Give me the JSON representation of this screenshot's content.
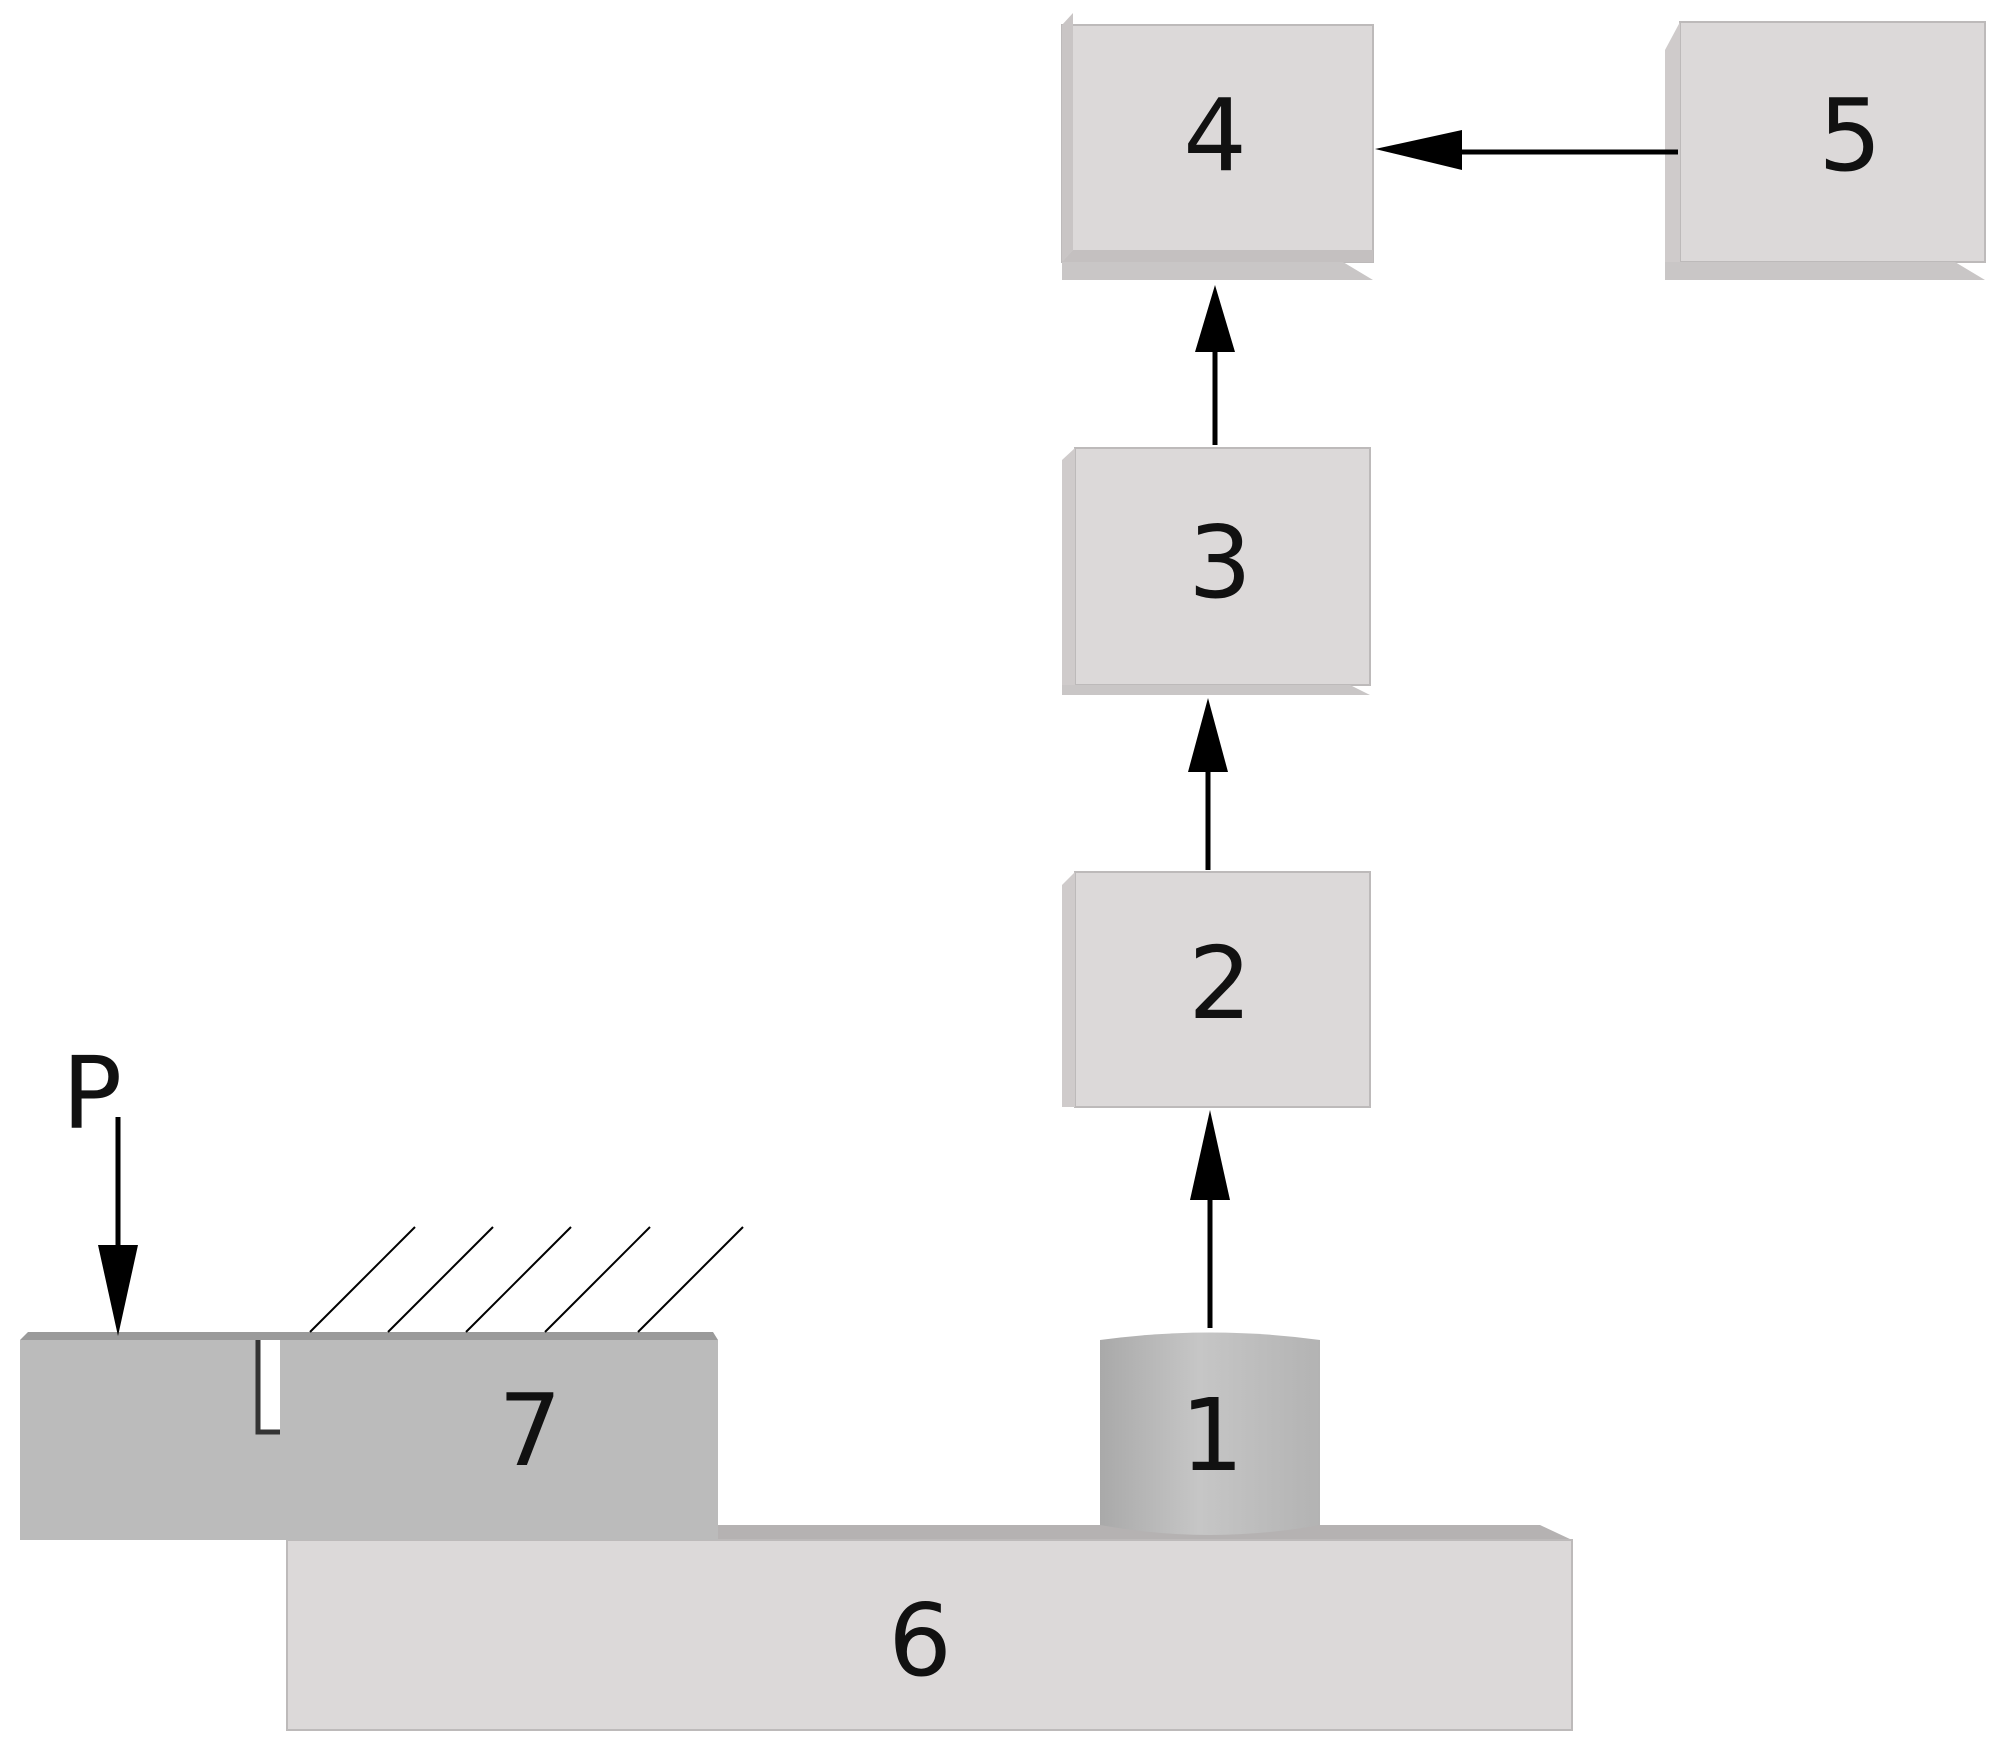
{
  "labels": {
    "block1": "1",
    "block2": "2",
    "block3": "3",
    "block4": "4",
    "block5": "5",
    "block6": "6",
    "block7": "7",
    "load": "P"
  },
  "colors": {
    "box_face": "#dcd9d9",
    "box_edge": "#b8b5b5",
    "box_side": "#cfcbcb",
    "specimen": "#bbbbbb",
    "specimen_top": "#9a9a9a",
    "cylinder": "#c2c2c2",
    "line": "#000000"
  }
}
